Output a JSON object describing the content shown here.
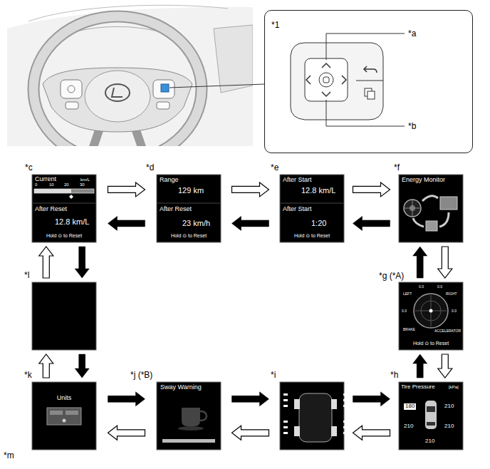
{
  "diagram": {
    "nodes": [
      {
        "text": [
          "*1",
          "*a",
          "*b"
        ]
      },
      {
        "text": [
          "*c",
          "Current",
          "km/L",
          "0",
          "10",
          "20",
          "30",
          "After Reset",
          "12.8 km/L",
          "Hold ⊙ to Reset"
        ]
      },
      {
        "text": [
          "*d",
          "Range",
          "129 km",
          "After Reset",
          "23 km/h",
          "Hold ⊙ to Reset"
        ]
      },
      {
        "text": [
          "*e",
          "After Start",
          "12.8 km/L",
          "After Start",
          "1:20",
          "Hold ⊙ to Reset"
        ]
      },
      {
        "text": [
          "*f",
          "Energy Monitor"
        ]
      },
      {
        "text": [
          "*l"
        ]
      },
      {
        "text": [
          "*g (*A)",
          "LEFT",
          "RIGHT",
          "BRAKE",
          "ACCELERATOR",
          "0.0",
          "0.0",
          "0.0",
          "0.0",
          "Hold ⊙ to Reset"
        ]
      },
      {
        "text": [
          "*k",
          "Units"
        ]
      },
      {
        "text": [
          "*j (*B)",
          "Sway Warning"
        ]
      },
      {
        "text": [
          "*i"
        ]
      },
      {
        "text": [
          "*h",
          "Tire Pressure",
          "[kPa]",
          "180",
          "210",
          "210",
          "210",
          "210"
        ]
      }
    ],
    "edges": [
      {
        "from": 1,
        "to": 2,
        "arrow": "to"
      },
      {
        "from": 2,
        "to": 3,
        "arrow": "to"
      },
      {
        "from": 3,
        "to": 4,
        "arrow": "to"
      },
      {
        "from": 4,
        "to": 6,
        "arrow": "to"
      },
      {
        "from": 6,
        "to": 10,
        "arrow": "to"
      },
      {
        "from": 10,
        "to": 9,
        "arrow": "to"
      },
      {
        "from": 9,
        "to": 8,
        "arrow": "to"
      },
      {
        "from": 8,
        "to": 7,
        "arrow": "to"
      },
      {
        "from": 7,
        "to": 5,
        "arrow": "to"
      },
      {
        "from": 5,
        "to": 1,
        "arrow": "to"
      },
      {
        "from": 2,
        "to": 1,
        "arrow": "to"
      },
      {
        "from": 3,
        "to": 2,
        "arrow": "to"
      },
      {
        "from": 4,
        "to": 3,
        "arrow": "to"
      },
      {
        "from": 6,
        "to": 4,
        "arrow": "to"
      },
      {
        "from": 10,
        "to": 6,
        "arrow": "to"
      },
      {
        "from": 9,
        "to": 10,
        "arrow": "to"
      },
      {
        "from": 8,
        "to": 9,
        "arrow": "to"
      },
      {
        "from": 7,
        "to": 8,
        "arrow": "to"
      },
      {
        "from": 5,
        "to": 7,
        "arrow": "to"
      },
      {
        "from": 1,
        "to": 5,
        "arrow": "to"
      }
    ],
    "labels": [
      "*m"
    ]
  }
}
